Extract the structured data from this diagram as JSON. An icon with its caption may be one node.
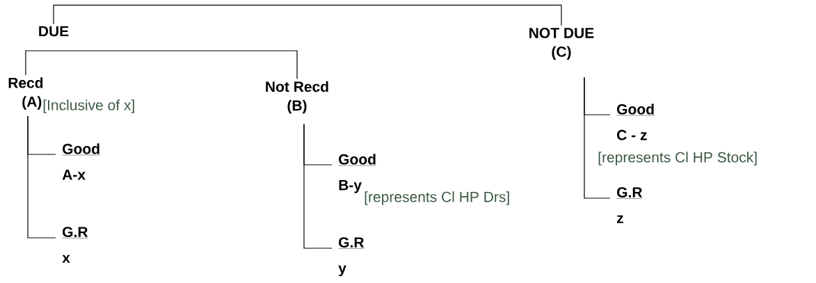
{
  "diagram": {
    "nodes": [
      {
        "text": [
          "DUE"
        ]
      },
      {
        "text": [
          "NOT DUE",
          "(C)"
        ]
      },
      {
        "text": [
          "Recd",
          "(A)"
        ],
        "beside": [
          "[Inclusive of x]"
        ]
      },
      {
        "text": [
          "Not Recd",
          "(B)"
        ]
      },
      {
        "text": [
          "Good",
          "A-x"
        ]
      },
      {
        "text": [
          "G.R",
          "x"
        ]
      },
      {
        "text": [
          "Good",
          "B-y"
        ],
        "beside": [
          "[represents Cl HP Drs]"
        ]
      },
      {
        "text": [
          "G.R",
          "y"
        ]
      },
      {
        "text": [
          "Good",
          "C - z"
        ],
        "beside": [
          "[represents Cl HP Stock]"
        ]
      },
      {
        "text": [
          "G.R",
          "z"
        ]
      }
    ],
    "edges": [
      {
        "from": 0,
        "to": 1,
        "arrow": "none"
      },
      {
        "from": 2,
        "to": 3,
        "arrow": "none"
      },
      {
        "from": 2,
        "to": 4,
        "arrow": "none"
      },
      {
        "from": 2,
        "to": 5,
        "arrow": "none"
      },
      {
        "from": 3,
        "to": 6,
        "arrow": "none"
      },
      {
        "from": 3,
        "to": 7,
        "arrow": "none"
      },
      {
        "from": 1,
        "to": 8,
        "arrow": "none"
      },
      {
        "from": 1,
        "to": 9,
        "arrow": "none"
      }
    ]
  }
}
